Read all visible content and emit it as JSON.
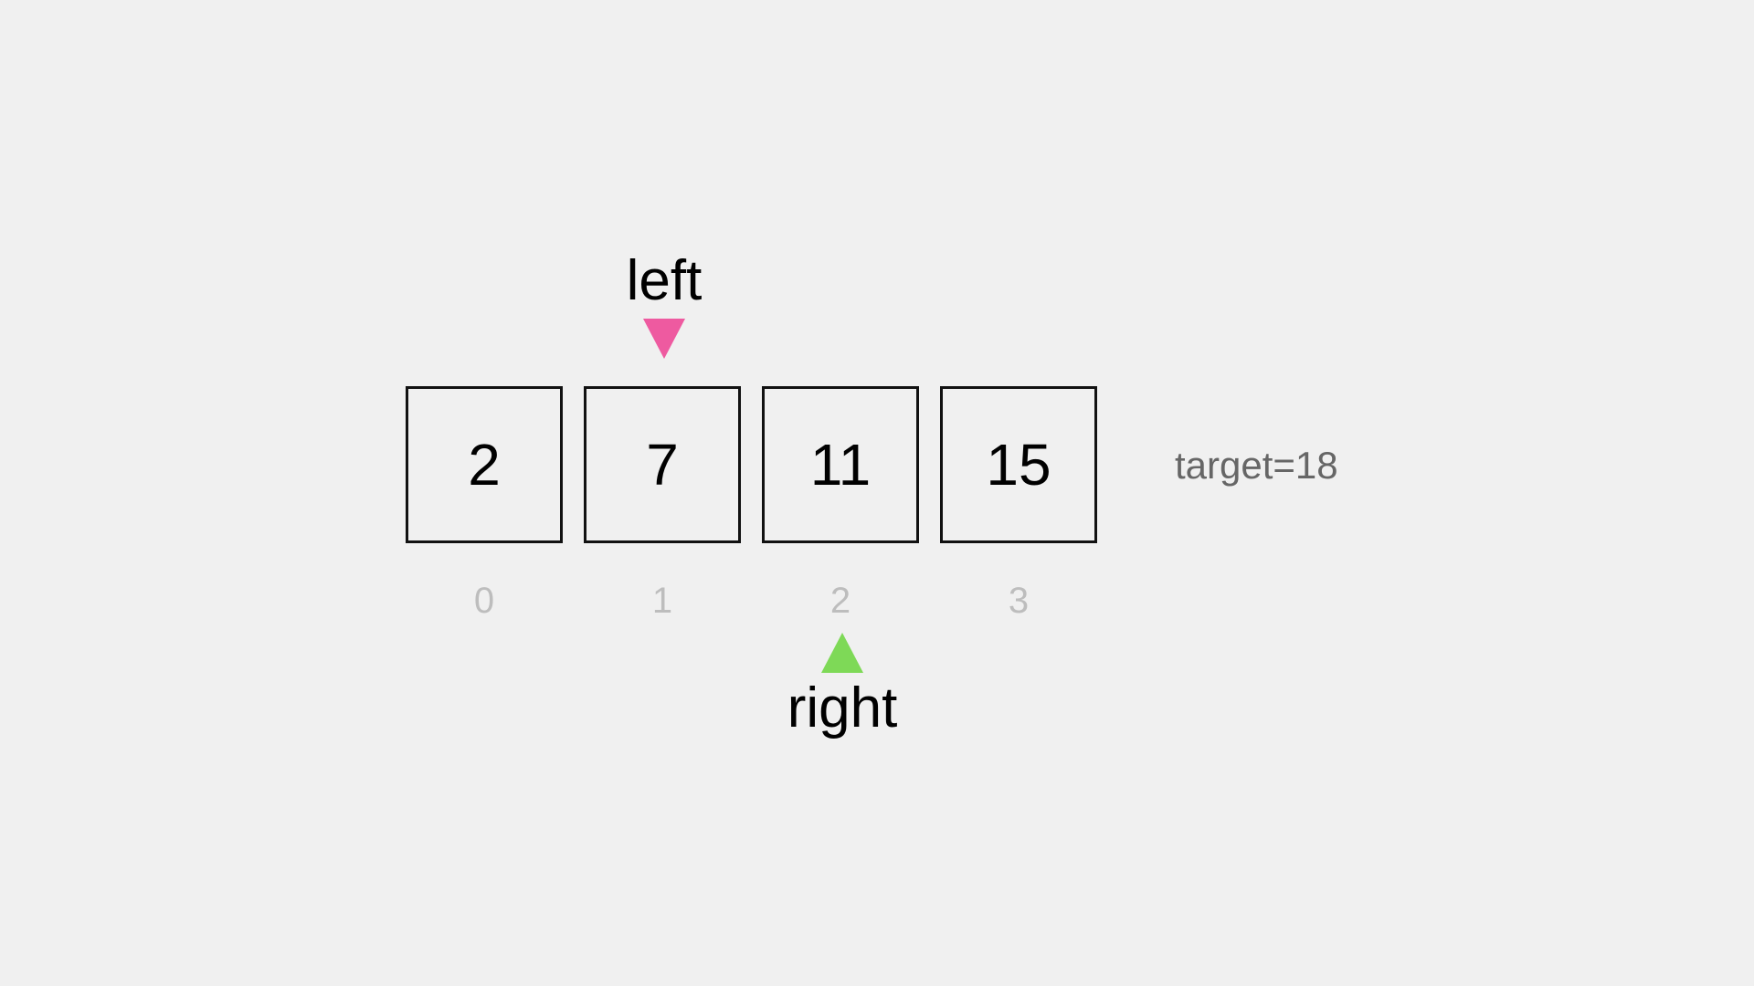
{
  "array": {
    "values": [
      "2",
      "7",
      "11",
      "15"
    ],
    "indices": [
      "0",
      "1",
      "2",
      "3"
    ]
  },
  "pointers": {
    "left": {
      "label": "left",
      "index": 1,
      "color": "#ee5aa0"
    },
    "right": {
      "label": "right",
      "index": 2,
      "color": "#7ed957"
    }
  },
  "target_label": "target=18"
}
